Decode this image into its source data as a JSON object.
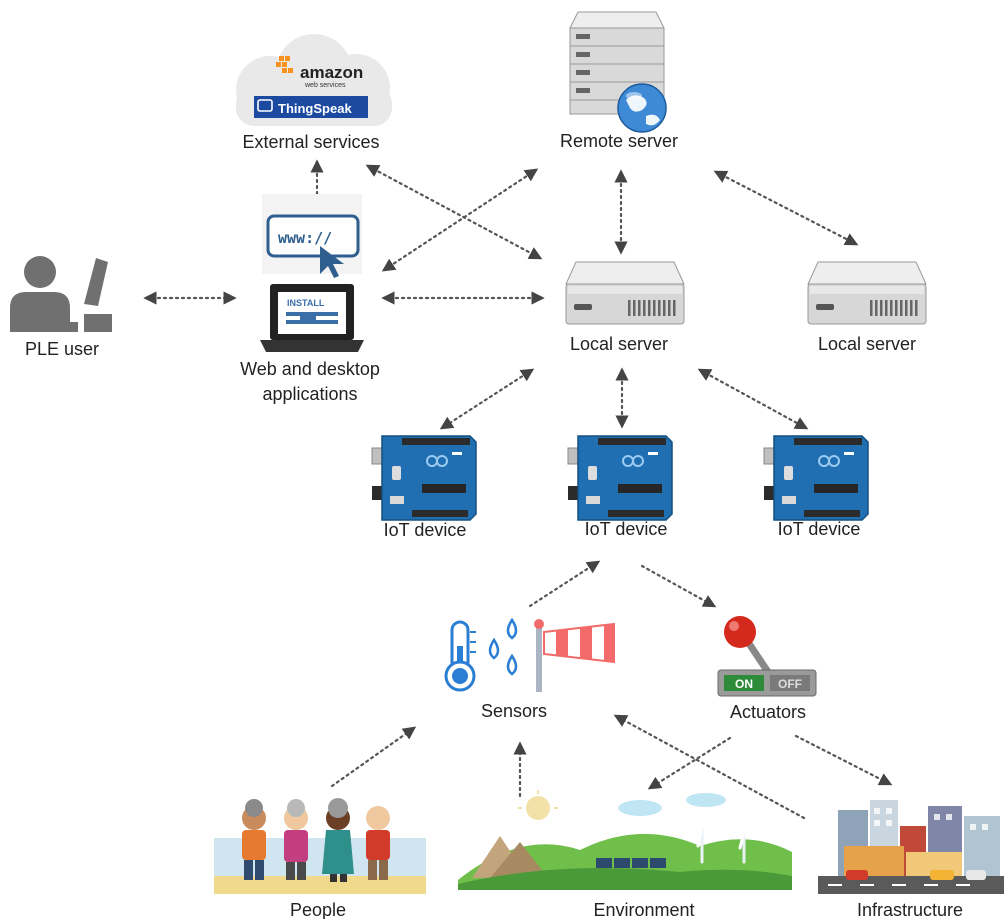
{
  "labels": {
    "external_services": "External services",
    "remote_server": "Remote server",
    "ple_user": "PLE user",
    "apps_line1": "Web and desktop",
    "apps_line2": "applications",
    "local_server_1": "Local server",
    "local_server_2": "Local server",
    "iot_device_1": "IoT device",
    "iot_device_2": "IoT device",
    "iot_device_3": "IoT device",
    "sensors": "Sensors",
    "actuators": "Actuators",
    "people": "People",
    "environment": "Environment",
    "infrastructure": "Infrastructure"
  },
  "logos": {
    "amazon": "amazon",
    "amazon_sub": "web services",
    "thingspeak": "ThingSpeak"
  },
  "icon_text": {
    "www": "www://",
    "install": "INSTALL",
    "switch_on": "ON",
    "switch_off": "OFF"
  },
  "colors": {
    "arduino": "#1f6fb2",
    "server": "#d8d8d8",
    "thermo": "#2a7fd4",
    "windsock": "#f26a6a",
    "on_green": "#2e8b3a",
    "knob_red": "#d42a1e"
  }
}
